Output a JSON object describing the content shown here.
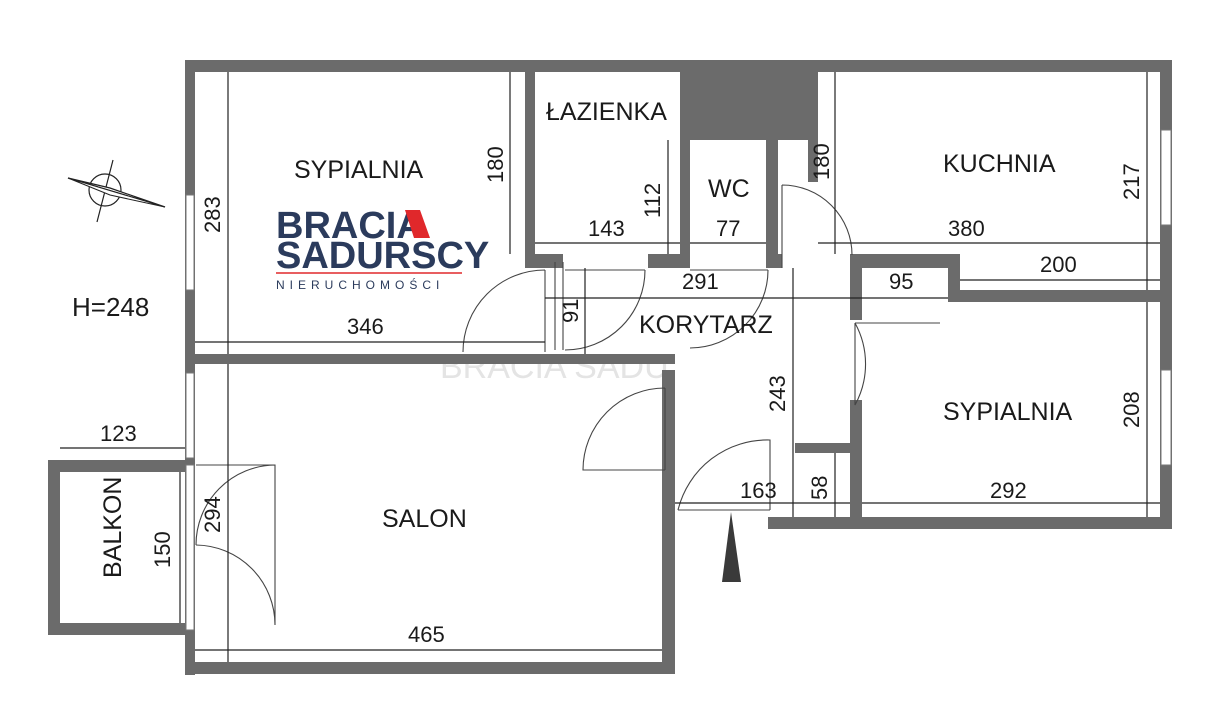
{
  "rooms": {
    "sypialnia1": "SYPIALNIA",
    "lazienka": "ŁAZIENKA",
    "wc": "WC",
    "kuchnia": "KUCHNIA",
    "korytarz": "KORYTARZ",
    "sypialnia2": "SYPIALNIA",
    "salon": "SALON",
    "balkon": "BALKON"
  },
  "height_label": "H=248",
  "dimensions": {
    "d283": "283",
    "d180a": "180",
    "d346": "346",
    "d143": "143",
    "d112": "112",
    "d77": "77",
    "d180b": "180",
    "d380": "380",
    "d217": "217",
    "d200": "200",
    "d95": "95",
    "d291": "291",
    "d91": "91",
    "d243": "243",
    "d208": "208",
    "d292": "292",
    "d58": "58",
    "d163": "163",
    "d123": "123",
    "d150": "150",
    "d294": "294",
    "d465": "465"
  },
  "logo": {
    "line1": "BRACIA",
    "line2": "SADURSCY",
    "sub": "NIERUCHOMOŚCI",
    "watermark": "BRACIA SADU"
  },
  "colors": {
    "wall": "#6b6b6b",
    "logo_blue": "#2b3b5c",
    "logo_red": "#e0282b",
    "arrow": "#3a3a3a"
  },
  "icons": {
    "compass": "compass-icon",
    "entrance": "entrance-arrow-icon"
  }
}
